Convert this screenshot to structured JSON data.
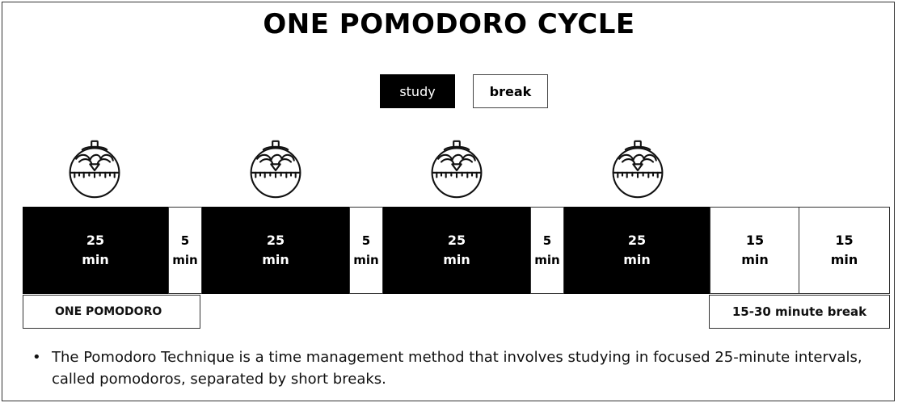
{
  "title": "ONE POMODORO CYCLE",
  "legend": {
    "study_label": "study",
    "break_label": "break"
  },
  "timeline": {
    "segments": [
      {
        "kind": "study",
        "value": "25",
        "unit": "min"
      },
      {
        "kind": "short-break",
        "value": "5",
        "unit": "min"
      },
      {
        "kind": "study",
        "value": "25",
        "unit": "min"
      },
      {
        "kind": "short-break",
        "value": "5",
        "unit": "min"
      },
      {
        "kind": "study",
        "value": "25",
        "unit": "min"
      },
      {
        "kind": "short-break",
        "value": "5",
        "unit": "min"
      },
      {
        "kind": "study",
        "value": "25",
        "unit": "min"
      },
      {
        "kind": "long-break",
        "value": "15",
        "unit": "min"
      },
      {
        "kind": "long-break",
        "value": "15",
        "unit": "min"
      }
    ]
  },
  "tags": {
    "one_pomodoro": "ONE POMODORO",
    "long_break": "15-30 minute break"
  },
  "note": "The Pomodoro Technique is a time management method that involves studying in focused 25-minute intervals, called pomodoros, separated by short breaks.",
  "colors": {
    "study": "#000000",
    "break": "#ffffff",
    "border": "#333333"
  },
  "icons": [
    "pomodoro-timer-icon",
    "pomodoro-timer-icon",
    "pomodoro-timer-icon",
    "pomodoro-timer-icon"
  ]
}
